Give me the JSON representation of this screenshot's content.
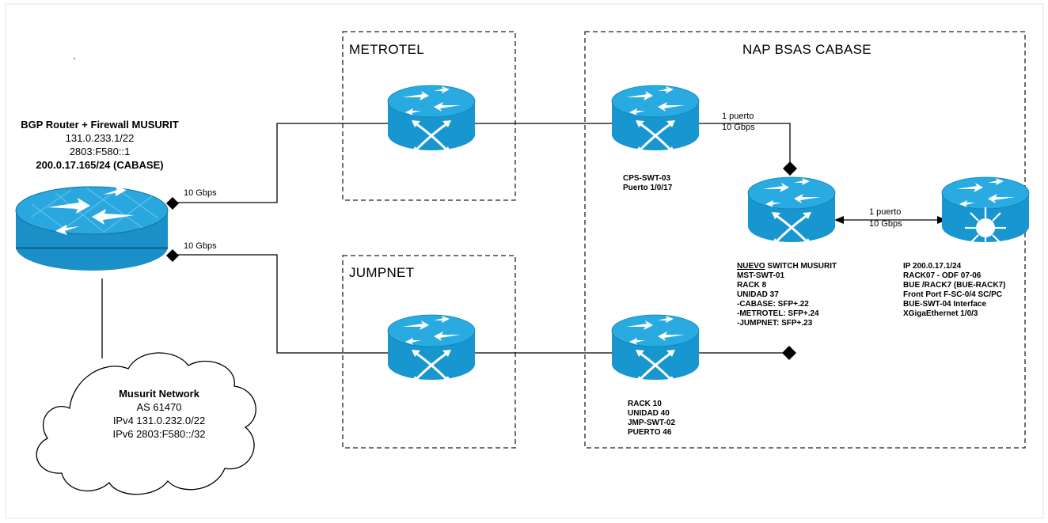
{
  "groups": {
    "metrotel": "METROTEL",
    "jumpnet": "JUMPNET",
    "nap": "NAP BSAS CABASE"
  },
  "bgp_router": {
    "title": "BGP Router + Firewall MUSURIT",
    "ip1": "131.0.233.1/22",
    "ip2": "2803:F580::1",
    "ip3": "200.0.17.165/24 (CABASE)"
  },
  "links": {
    "router_metrotel_speed": "10 Gbps",
    "router_jumpnet_speed": "10 Gbps",
    "cps_to_new_switch_1": "1 puerto",
    "cps_to_new_switch_2": "10 Gbps",
    "new_to_cabase_1": "1 puerto",
    "new_to_cabase_2": "10 Gbps"
  },
  "cps_switch": {
    "line1": "CPS-SWT-03",
    "line2": "Puerto 1/0/17"
  },
  "jmp_switch": {
    "lines": [
      "RACK 10",
      "UNIDAD 40",
      "JMP-SWT-02",
      "PUERTO 46"
    ]
  },
  "new_switch": {
    "title_underlined": "NUEVO",
    "title_rest": " SWITCH MUSURIT",
    "lines": [
      "MST-SWT-01",
      "RACK 8",
      "UNIDAD 37",
      "-CABASE: SFP+.22",
      "-METROTEL: SFP+.24",
      "-JUMPNET: SFP+.23"
    ]
  },
  "cabase_switch": {
    "lines": [
      "IP 200.0.17.1/24",
      "RACK07 - ODF 07-06",
      "BUE /RACK7 (BUE-RACK7)",
      "Front Port F-SC-0/4 SC/PC",
      "BUE-SWT-04 Interface",
      "XGigaEthernet 1/0/3"
    ]
  },
  "cloud": {
    "title": "Musurit Network",
    "as": "AS 61470",
    "ipv4": "IPv4 131.0.232.0/22",
    "ipv6": "IPv6 2803:F580::/32"
  },
  "colors": {
    "device_blue": "#1aa3dc",
    "device_blue_dark": "#0f79a8",
    "line": "#000000"
  }
}
